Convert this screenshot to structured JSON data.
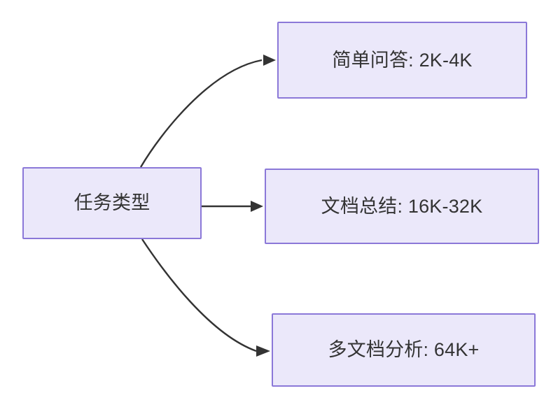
{
  "diagram": {
    "type": "flowchart",
    "direction": "left-to-right",
    "background_color": "#ffffff",
    "node_fill_color": "#ebe8fa",
    "node_border_color": "#8b78d8",
    "node_text_color": "#333333",
    "edge_color": "#333333",
    "nodes": {
      "source": {
        "id": "source",
        "label": "任务类型"
      },
      "simple_qa": {
        "id": "simple_qa",
        "label": "简单问答: 2K-4K"
      },
      "doc_summary": {
        "id": "doc_summary",
        "label": "文档总结: 16K-32K"
      },
      "multi_doc": {
        "id": "multi_doc",
        "label": "多文档分析: 64K+"
      }
    },
    "edges": [
      {
        "id": "edge-source-simple-qa",
        "from": "source",
        "to": "simple_qa",
        "label": "",
        "style": "curved",
        "arrow": "triangle"
      },
      {
        "id": "edge-source-doc-summary",
        "from": "source",
        "to": "doc_summary",
        "label": "",
        "style": "straight",
        "arrow": "triangle"
      },
      {
        "id": "edge-source-multi-doc",
        "from": "source",
        "to": "multi_doc",
        "label": "",
        "style": "curved",
        "arrow": "triangle"
      }
    ]
  }
}
